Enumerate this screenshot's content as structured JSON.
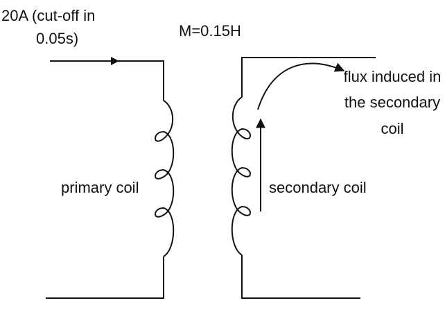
{
  "labels": {
    "current_line1": "20A (cut-off in",
    "current_line2": "0.05s)",
    "mutual": "M=0.15H",
    "flux_line1": "flux induced in",
    "flux_line2": "the secondary",
    "flux_line3": "coil",
    "primary": "primary coil",
    "secondary": "secondary coil"
  },
  "colors": {
    "ink": "#111111",
    "background": "#ffffff"
  }
}
